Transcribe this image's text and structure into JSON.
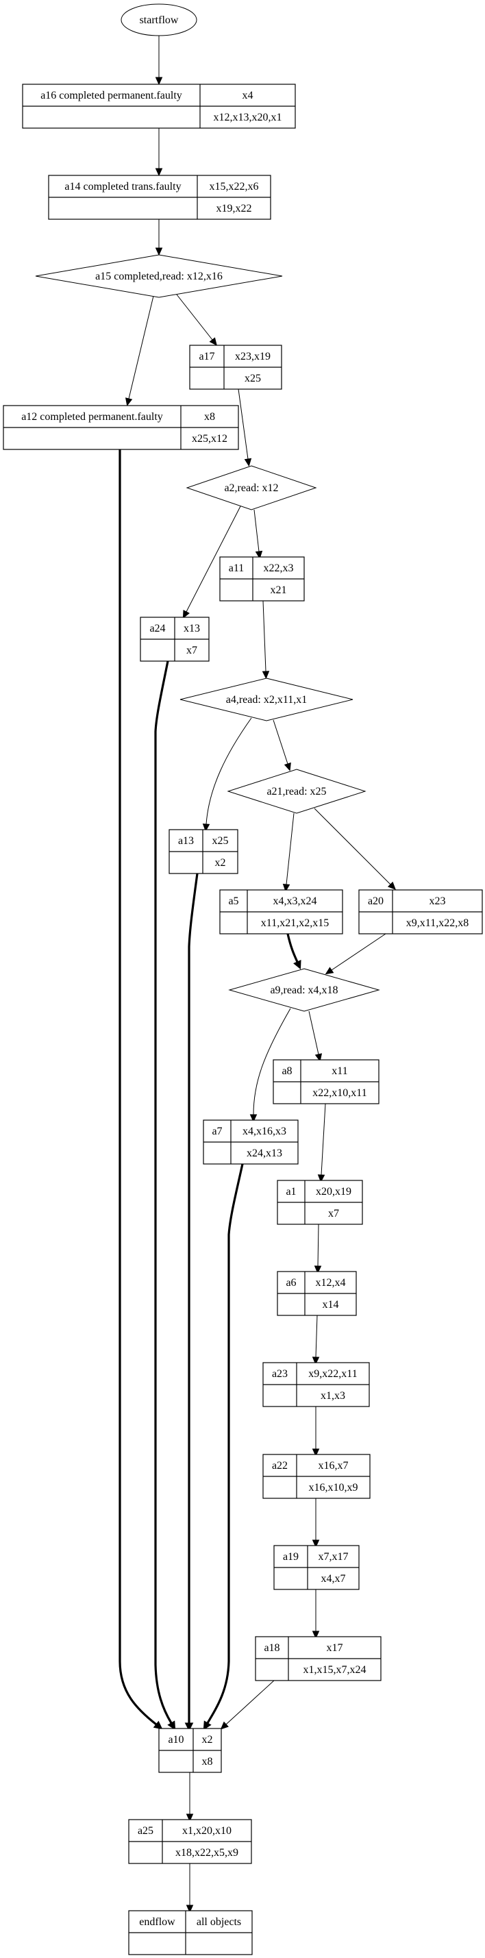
{
  "diagram": {
    "type": "flow",
    "nodes": [
      {
        "id": "startflow",
        "shape": "oval",
        "label": "startflow"
      },
      {
        "id": "a16",
        "shape": "record",
        "name": "a16 completed permanent.faulty",
        "top": "x4",
        "bottom": "x12,x13,x20,x1"
      },
      {
        "id": "a14",
        "shape": "record",
        "name": "a14 completed trans.faulty",
        "top": "x15,x22,x6",
        "bottom": "x19,x22"
      },
      {
        "id": "a15",
        "shape": "diamond",
        "label": "a15 completed,read: x12,x16"
      },
      {
        "id": "a17",
        "shape": "record",
        "name": "a17",
        "top": "x23,x19",
        "bottom": "x25"
      },
      {
        "id": "a12",
        "shape": "record",
        "name": "a12 completed permanent.faulty",
        "top": "x8",
        "bottom": "x25,x12"
      },
      {
        "id": "a2",
        "shape": "diamond",
        "label": "a2,read: x12"
      },
      {
        "id": "a11",
        "shape": "record",
        "name": "a11",
        "top": "x22,x3",
        "bottom": "x21"
      },
      {
        "id": "a24",
        "shape": "record",
        "name": "a24",
        "top": "x13",
        "bottom": "x7"
      },
      {
        "id": "a4",
        "shape": "diamond",
        "label": "a4,read: x2,x11,x1"
      },
      {
        "id": "a21",
        "shape": "diamond",
        "label": "a21,read: x25"
      },
      {
        "id": "a13",
        "shape": "record",
        "name": "a13",
        "top": "x25",
        "bottom": "x2"
      },
      {
        "id": "a5",
        "shape": "record",
        "name": "a5",
        "top": "x4,x3,x24",
        "bottom": "x11,x21,x2,x15"
      },
      {
        "id": "a20",
        "shape": "record",
        "name": "a20",
        "top": "x23",
        "bottom": "x9,x11,x22,x8"
      },
      {
        "id": "a9",
        "shape": "diamond",
        "label": "a9,read: x4,x18"
      },
      {
        "id": "a8",
        "shape": "record",
        "name": "a8",
        "top": "x11",
        "bottom": "x22,x10,x11"
      },
      {
        "id": "a7",
        "shape": "record",
        "name": "a7",
        "top": "x4,x16,x3",
        "bottom": "x24,x13"
      },
      {
        "id": "a1",
        "shape": "record",
        "name": "a1",
        "top": "x20,x19",
        "bottom": "x7"
      },
      {
        "id": "a6",
        "shape": "record",
        "name": "a6",
        "top": "x12,x4",
        "bottom": "x14"
      },
      {
        "id": "a23",
        "shape": "record",
        "name": "a23",
        "top": "x9,x22,x11",
        "bottom": "x1,x3"
      },
      {
        "id": "a22",
        "shape": "record",
        "name": "a22",
        "top": "x16,x7",
        "bottom": "x16,x10,x9"
      },
      {
        "id": "a19",
        "shape": "record",
        "name": "a19",
        "top": "x7,x17",
        "bottom": "x4,x7"
      },
      {
        "id": "a18",
        "shape": "record",
        "name": "a18",
        "top": "x17",
        "bottom": "x1,x15,x7,x24"
      },
      {
        "id": "a10",
        "shape": "record",
        "name": "a10",
        "top": "x2",
        "bottom": "x8"
      },
      {
        "id": "a25",
        "shape": "record",
        "name": "a25",
        "top": "x1,x20,x10",
        "bottom": "x18,x22,x5,x9"
      },
      {
        "id": "endflow",
        "shape": "record",
        "name": "endflow",
        "top": "all objects",
        "bottom": ""
      }
    ],
    "edges": [
      {
        "from": "startflow",
        "to": "a16",
        "weight": "thin"
      },
      {
        "from": "a16",
        "to": "a14",
        "weight": "thin"
      },
      {
        "from": "a14",
        "to": "a15",
        "weight": "thin"
      },
      {
        "from": "a15",
        "to": "a12",
        "weight": "thin"
      },
      {
        "from": "a15",
        "to": "a17",
        "weight": "thin"
      },
      {
        "from": "a17",
        "to": "a2",
        "weight": "thin"
      },
      {
        "from": "a2",
        "to": "a24",
        "weight": "thin"
      },
      {
        "from": "a2",
        "to": "a11",
        "weight": "thin"
      },
      {
        "from": "a11",
        "to": "a4",
        "weight": "thin"
      },
      {
        "from": "a4",
        "to": "a13",
        "weight": "thin"
      },
      {
        "from": "a4",
        "to": "a21",
        "weight": "thin"
      },
      {
        "from": "a21",
        "to": "a5",
        "weight": "thin"
      },
      {
        "from": "a21",
        "to": "a20",
        "weight": "thin"
      },
      {
        "from": "a5",
        "to": "a9",
        "weight": "thick"
      },
      {
        "from": "a20",
        "to": "a9",
        "weight": "thin"
      },
      {
        "from": "a9",
        "to": "a7",
        "weight": "thin"
      },
      {
        "from": "a9",
        "to": "a8",
        "weight": "thin"
      },
      {
        "from": "a8",
        "to": "a1",
        "weight": "thin"
      },
      {
        "from": "a1",
        "to": "a6",
        "weight": "thin"
      },
      {
        "from": "a6",
        "to": "a23",
        "weight": "thin"
      },
      {
        "from": "a23",
        "to": "a22",
        "weight": "thin"
      },
      {
        "from": "a22",
        "to": "a19",
        "weight": "thin"
      },
      {
        "from": "a19",
        "to": "a18",
        "weight": "thin"
      },
      {
        "from": "a12",
        "to": "a10",
        "weight": "thick"
      },
      {
        "from": "a24",
        "to": "a10",
        "weight": "thick"
      },
      {
        "from": "a13",
        "to": "a10",
        "weight": "thick"
      },
      {
        "from": "a7",
        "to": "a10",
        "weight": "thick"
      },
      {
        "from": "a18",
        "to": "a10",
        "weight": "thin"
      },
      {
        "from": "a10",
        "to": "a25",
        "weight": "thin"
      },
      {
        "from": "a25",
        "to": "endflow",
        "weight": "thin"
      }
    ]
  }
}
